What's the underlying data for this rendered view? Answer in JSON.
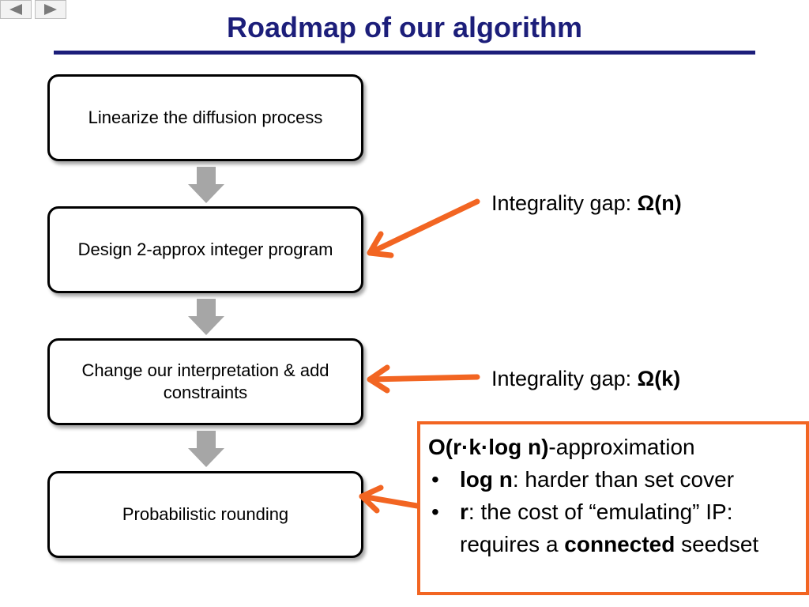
{
  "nav": {
    "prev_icon": "triangle-left",
    "next_icon": "triangle-right"
  },
  "title": "Roadmap of our algorithm",
  "steps": [
    "Linearize the diffusion process",
    "Design 2-approx integer program",
    "Change our interpretation & add constraints",
    "Probabilistic rounding"
  ],
  "gap1": {
    "prefix": "Integrality gap: ",
    "value": "Ω(n)"
  },
  "gap2": {
    "prefix": "Integrality gap: ",
    "value": "Ω(k)"
  },
  "callout": {
    "headline_bold": "O(r·k·log n)",
    "headline_rest": "-approximation",
    "bullet1_bold": "log n",
    "bullet1_rest": ": harder than set cover",
    "bullet2_bold": "r",
    "bullet2_rest": ": the cost of “emulating” IP: requires a ",
    "bullet2_bold2": "connected",
    "bullet2_tail": " seedset"
  },
  "colors": {
    "title": "#1c1e7a",
    "accent_orange": "#f26522",
    "flow_arrow": "#a6a6a6"
  }
}
